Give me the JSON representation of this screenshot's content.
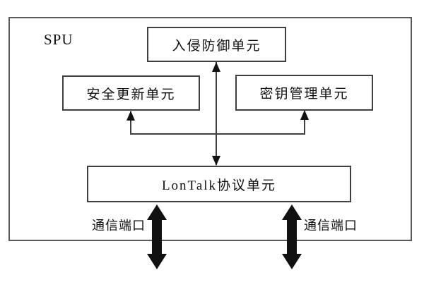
{
  "diagram": {
    "container_label": "SPU",
    "nodes": {
      "intrusion": {
        "label": "入侵防御单元"
      },
      "update": {
        "label": "安全更新单元"
      },
      "key": {
        "label": "密钥管理单元"
      },
      "lontalk": {
        "label": "LonTalk协议单元"
      }
    },
    "ports": {
      "left": {
        "label": "通信端口"
      },
      "right": {
        "label": "通信端口"
      }
    },
    "connections": [
      {
        "from": "lontalk",
        "to": "intrusion",
        "style": "thin",
        "heads": "both"
      },
      {
        "from": "lontalk",
        "to": "update",
        "style": "thin",
        "heads": "to"
      },
      {
        "from": "lontalk",
        "to": "key",
        "style": "thin",
        "heads": "to"
      },
      {
        "from": "lontalk",
        "to": "external-port-left",
        "style": "thick",
        "heads": "both"
      },
      {
        "from": "lontalk",
        "to": "external-port-right",
        "style": "thick",
        "heads": "both"
      }
    ],
    "colors": {
      "background": "#ffffff",
      "box_border": "#3f3f3f",
      "line": "#3f3f3f",
      "arrow_fill": "#111111",
      "text": "#111111"
    }
  }
}
